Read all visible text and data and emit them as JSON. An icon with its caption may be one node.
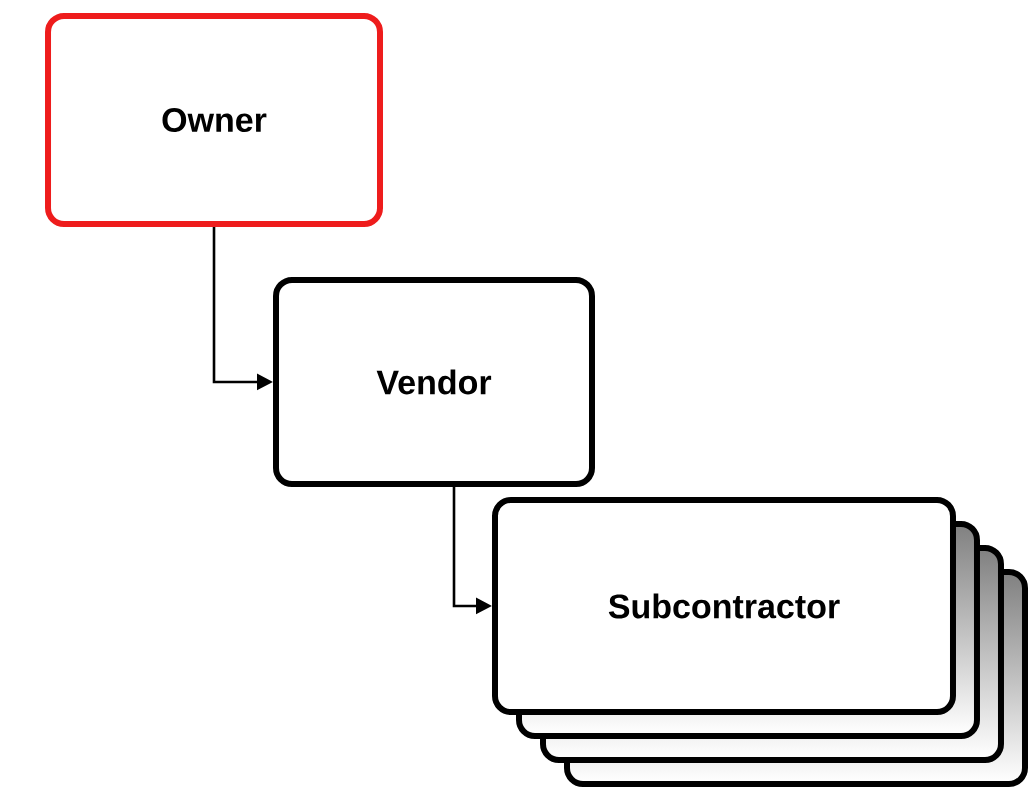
{
  "diagram": {
    "nodes": [
      {
        "text": [
          "Owner"
        ]
      },
      {
        "text": [
          "Vendor"
        ]
      },
      {
        "text": [
          "Subcontractor"
        ]
      }
    ],
    "edges": [
      {
        "from": 0,
        "to": 1,
        "arrow": "to"
      },
      {
        "from": 1,
        "to": 2,
        "arrow": "to"
      }
    ]
  }
}
